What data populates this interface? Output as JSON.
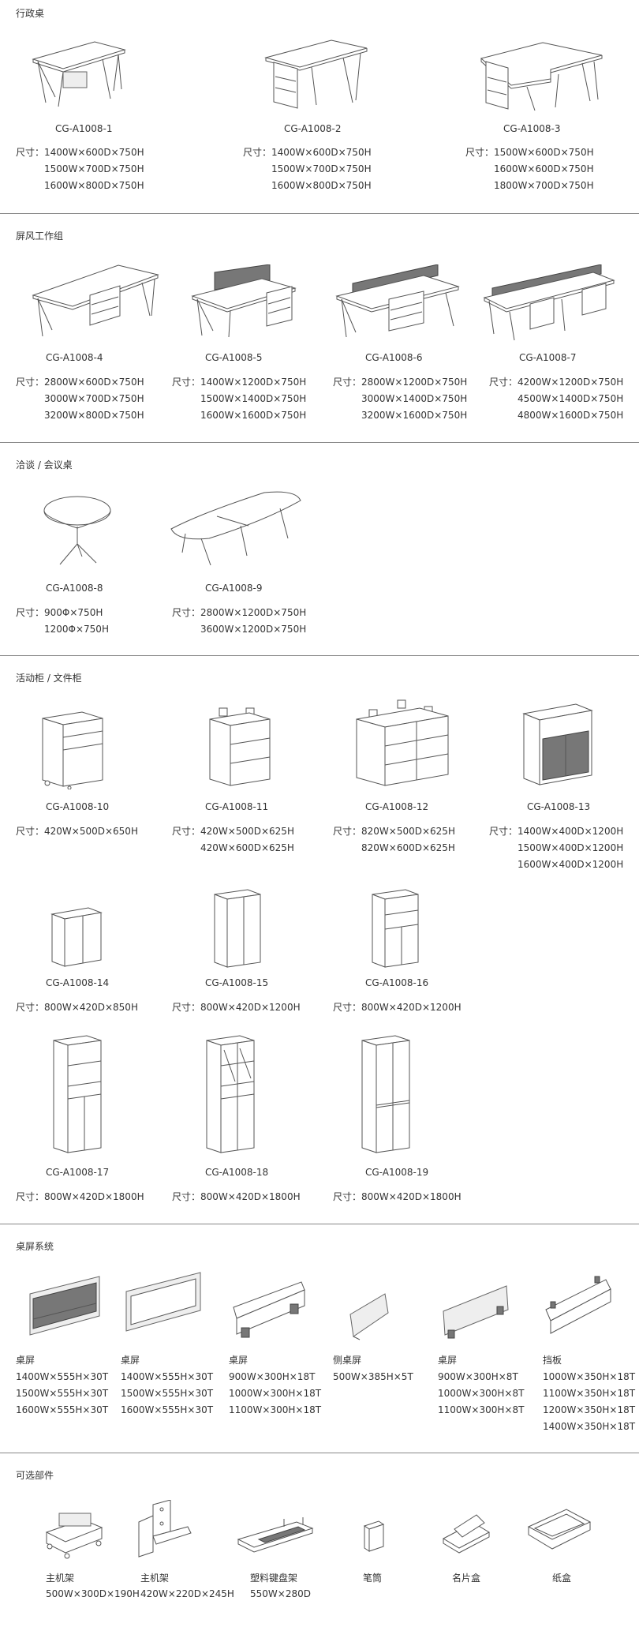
{
  "sections": {
    "exec": "行政桌",
    "screen": "屏风工作组",
    "meeting": "洽谈 / 会议桌",
    "cabinet": "活动柜 / 文件柜",
    "deskscreen": "桌屏系统",
    "optional": "可选部件"
  },
  "label_prefix": "尺寸：",
  "products": {
    "p1": {
      "code": "CG-A1008-1",
      "sizes": [
        "1400W×600D×750H",
        "1500W×700D×750H",
        "1600W×800D×750H"
      ]
    },
    "p2": {
      "code": "CG-A1008-2",
      "sizes": [
        "1400W×600D×750H",
        "1500W×700D×750H",
        "1600W×800D×750H"
      ]
    },
    "p3": {
      "code": "CG-A1008-3",
      "sizes": [
        "1500W×600D×750H",
        "1600W×600D×750H",
        "1800W×700D×750H"
      ]
    },
    "p4": {
      "code": "CG-A1008-4",
      "sizes": [
        "2800W×600D×750H",
        "3000W×700D×750H",
        "3200W×800D×750H"
      ]
    },
    "p5": {
      "code": "CG-A1008-5",
      "sizes": [
        "1400W×1200D×750H",
        "1500W×1400D×750H",
        "1600W×1600D×750H"
      ]
    },
    "p6": {
      "code": "CG-A1008-6",
      "sizes": [
        "2800W×1200D×750H",
        "3000W×1400D×750H",
        "3200W×1600D×750H"
      ]
    },
    "p7": {
      "code": "CG-A1008-7",
      "sizes": [
        "4200W×1200D×750H",
        "4500W×1400D×750H",
        "4800W×1600D×750H"
      ]
    },
    "p8": {
      "code": "CG-A1008-8",
      "sizes": [
        "900Φ×750H",
        "1200Φ×750H"
      ]
    },
    "p9": {
      "code": "CG-A1008-9",
      "sizes": [
        "2800W×1200D×750H",
        "3600W×1200D×750H"
      ]
    },
    "p10": {
      "code": "CG-A1008-10",
      "sizes": [
        "420W×500D×650H"
      ]
    },
    "p11": {
      "code": "CG-A1008-11",
      "sizes": [
        "420W×500D×625H",
        "420W×600D×625H"
      ]
    },
    "p12": {
      "code": "CG-A1008-12",
      "sizes": [
        "820W×500D×625H",
        "820W×600D×625H"
      ]
    },
    "p13": {
      "code": "CG-A1008-13",
      "sizes": [
        "1400W×400D×1200H",
        "1500W×400D×1200H",
        "1600W×400D×1200H"
      ]
    },
    "p14": {
      "code": "CG-A1008-14",
      "sizes": [
        "800W×420D×850H"
      ]
    },
    "p15": {
      "code": "CG-A1008-15",
      "sizes": [
        "800W×420D×1200H"
      ]
    },
    "p16": {
      "code": "CG-A1008-16",
      "sizes": [
        "800W×420D×1200H"
      ]
    },
    "p17": {
      "code": "CG-A1008-17",
      "sizes": [
        "800W×420D×1800H"
      ]
    },
    "p18": {
      "code": "CG-A1008-18",
      "sizes": [
        "800W×420D×1800H"
      ]
    },
    "p19": {
      "code": "CG-A1008-19",
      "sizes": [
        "800W×420D×1800H"
      ]
    }
  },
  "screens": [
    {
      "name": "桌屏",
      "sizes": [
        "1400W×555H×30T",
        "1500W×555H×30T",
        "1600W×555H×30T"
      ]
    },
    {
      "name": "桌屏",
      "sizes": [
        "1400W×555H×30T",
        "1500W×555H×30T",
        "1600W×555H×30T"
      ]
    },
    {
      "name": "桌屏",
      "sizes": [
        "900W×300H×18T",
        "1000W×300H×18T",
        "1100W×300H×18T"
      ]
    },
    {
      "name": "侧桌屏",
      "sizes": [
        "500W×385H×5T"
      ]
    },
    {
      "name": "桌屏",
      "sizes": [
        "900W×300H×8T",
        "1000W×300H×8T",
        "1100W×300H×8T"
      ]
    },
    {
      "name": "挡板",
      "sizes": [
        "1000W×350H×18T",
        "1100W×350H×18T",
        "1200W×350H×18T",
        "1400W×350H×18T"
      ]
    }
  ],
  "accessories": [
    {
      "name": "主机架",
      "size": "500W×300D×190H"
    },
    {
      "name": "主机架",
      "size": "420W×220D×245H"
    },
    {
      "name": "塑料键盘架",
      "size": "550W×280D"
    },
    {
      "name": "笔筒",
      "size": ""
    },
    {
      "name": "名片盒",
      "size": ""
    },
    {
      "name": "纸盒",
      "size": ""
    }
  ]
}
